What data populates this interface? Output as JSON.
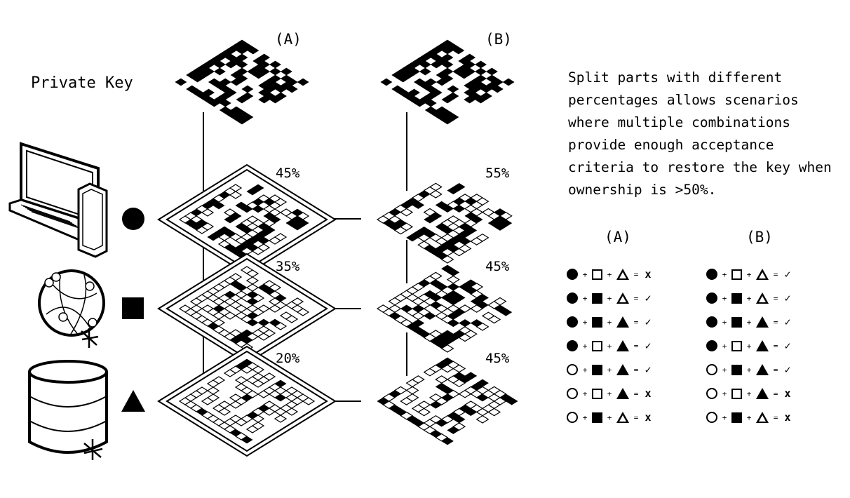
{
  "labels": {
    "col_a": "(A)",
    "col_b": "(B)",
    "private_key": "Private Key",
    "description": "Split parts with different percentages allows scenarios where multiple combinations provide enough acceptance criteria to restore the key when ownership is >50%.",
    "legend_col_a": "(A)",
    "legend_col_b": "(B)"
  },
  "shares": {
    "a": [
      "45%",
      "35%",
      "20%"
    ],
    "b": [
      "55%",
      "45%",
      "45%"
    ]
  },
  "devices": [
    {
      "icon": "laptop-tablet-icon",
      "symbol": "circle"
    },
    {
      "icon": "globe-icon",
      "symbol": "square"
    },
    {
      "icon": "database-icon",
      "symbol": "triangle"
    }
  ],
  "legend": {
    "a": [
      {
        "s": [
          "circle-filled",
          "square-open",
          "triangle-open"
        ],
        "result": "x"
      },
      {
        "s": [
          "circle-filled",
          "square-filled",
          "triangle-open"
        ],
        "result": "✓"
      },
      {
        "s": [
          "circle-filled",
          "square-filled",
          "triangle-filled"
        ],
        "result": "✓"
      },
      {
        "s": [
          "circle-filled",
          "square-open",
          "triangle-filled"
        ],
        "result": "✓"
      },
      {
        "s": [
          "circle-open",
          "square-filled",
          "triangle-filled"
        ],
        "result": "✓"
      },
      {
        "s": [
          "circle-open",
          "square-open",
          "triangle-filled"
        ],
        "result": "x"
      },
      {
        "s": [
          "circle-open",
          "square-filled",
          "triangle-open"
        ],
        "result": "x"
      }
    ],
    "b": [
      {
        "s": [
          "circle-filled",
          "square-open",
          "triangle-open"
        ],
        "result": "✓"
      },
      {
        "s": [
          "circle-filled",
          "square-filled",
          "triangle-open"
        ],
        "result": "✓"
      },
      {
        "s": [
          "circle-filled",
          "square-filled",
          "triangle-filled"
        ],
        "result": "✓"
      },
      {
        "s": [
          "circle-filled",
          "square-open",
          "triangle-filled"
        ],
        "result": "✓"
      },
      {
        "s": [
          "circle-open",
          "square-filled",
          "triangle-filled"
        ],
        "result": "✓"
      },
      {
        "s": [
          "circle-open",
          "square-open",
          "triangle-filled"
        ],
        "result": "x"
      },
      {
        "s": [
          "circle-open",
          "square-filled",
          "triangle-open"
        ],
        "result": "x"
      }
    ],
    "plus": "+",
    "equals": "="
  }
}
